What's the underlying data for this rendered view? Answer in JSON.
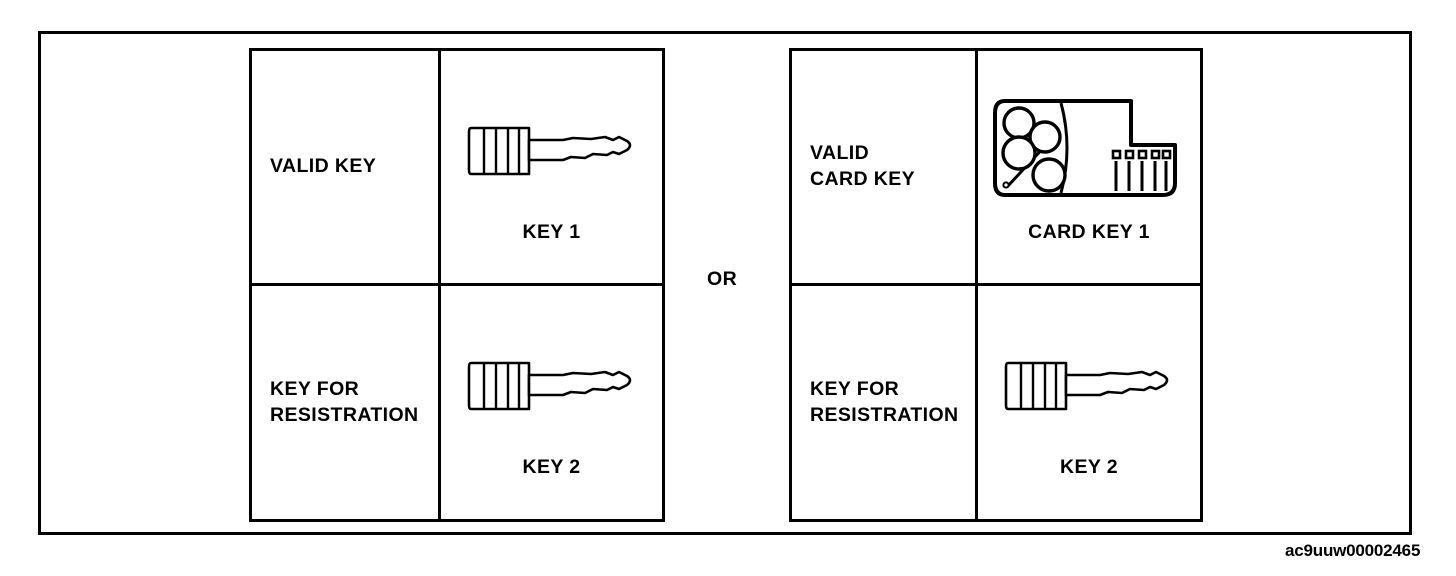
{
  "diagram": {
    "connector_label": "OR",
    "document_code": "ac9uuw00002465",
    "tables": [
      {
        "name": "standard-key-table",
        "rows": [
          {
            "label": "VALID KEY",
            "figure_icon": "key-icon",
            "figure_caption": "KEY 1"
          },
          {
            "label": "KEY FOR\nRESISTRATION",
            "label_line1": "KEY FOR",
            "label_line2": "RESISTRATION",
            "figure_icon": "key-icon",
            "figure_caption": "KEY 2"
          }
        ]
      },
      {
        "name": "card-key-table",
        "rows": [
          {
            "label": "VALID\nCARD KEY",
            "label_line1": "VALID",
            "label_line2": "CARD KEY",
            "figure_icon": "card-key-icon",
            "figure_caption": "CARD KEY 1"
          },
          {
            "label": "KEY FOR\nRESISTRATION",
            "label_line1": "KEY FOR",
            "label_line2": "RESISTRATION",
            "figure_icon": "key-icon",
            "figure_caption": "KEY 2"
          }
        ]
      }
    ]
  }
}
